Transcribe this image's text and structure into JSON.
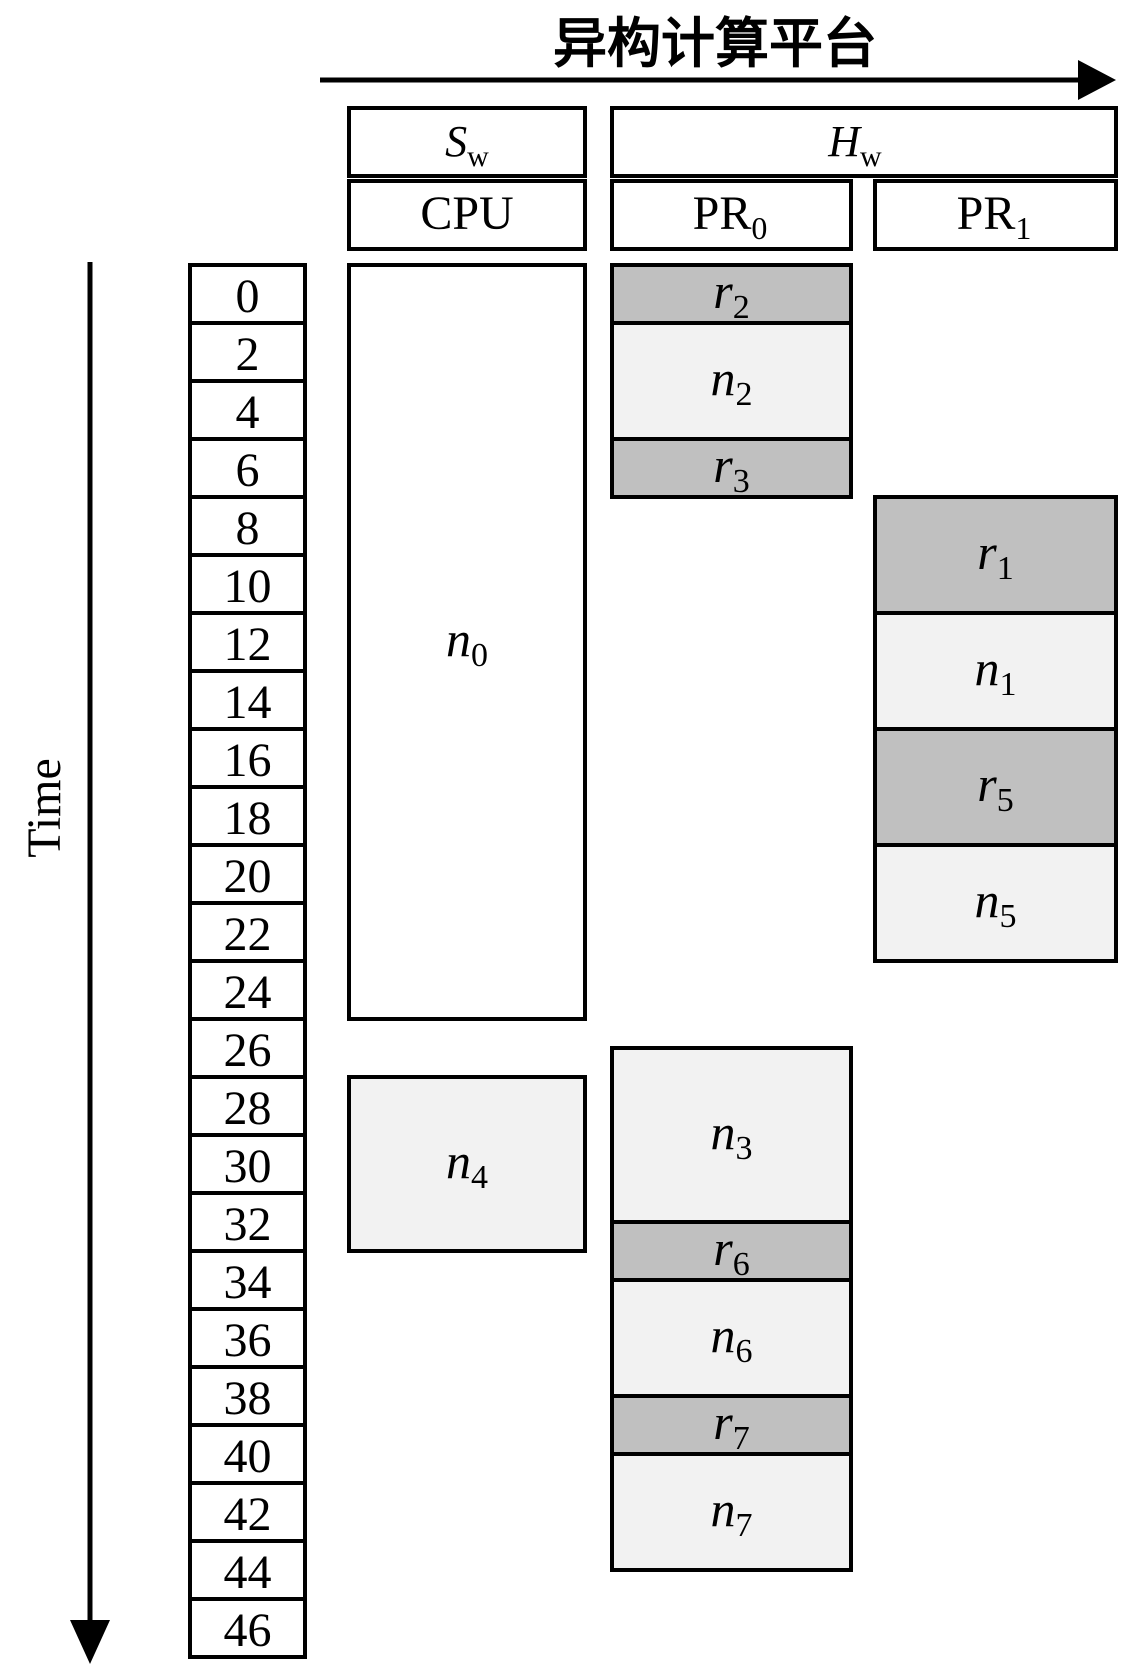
{
  "platform_title": "异构计算平台",
  "time_label": "Time",
  "groups": {
    "sw": {
      "main": "S",
      "sub": "w"
    },
    "hw": {
      "main": "H",
      "sub": "w"
    }
  },
  "columns": {
    "cpu": {
      "main": "CPU",
      "sub": ""
    },
    "pr0": {
      "main": "PR",
      "sub": "0"
    },
    "pr1": {
      "main": "PR",
      "sub": "1"
    }
  },
  "time_ticks": [
    "0",
    "2",
    "4",
    "6",
    "8",
    "10",
    "12",
    "14",
    "16",
    "18",
    "20",
    "22",
    "24",
    "26",
    "28",
    "30",
    "32",
    "34",
    "36",
    "38",
    "40",
    "42",
    "44",
    "46"
  ],
  "colors": {
    "reconfig": "#c0c0c0",
    "node": "#f2f2f2",
    "cpu_idle": "#ffffff",
    "stroke": "#000000"
  },
  "blocks": [
    {
      "id": "n0",
      "column": "cpu",
      "letter": "n",
      "sub": "0",
      "kind": "cpu",
      "start": 0,
      "end": 26
    },
    {
      "id": "n4",
      "column": "cpu",
      "letter": "n",
      "sub": "4",
      "kind": "node",
      "start": 28,
      "end": 34
    },
    {
      "id": "r2",
      "column": "pr0",
      "letter": "r",
      "sub": "2",
      "kind": "reconfig",
      "start": 0,
      "end": 2
    },
    {
      "id": "n2",
      "column": "pr0",
      "letter": "n",
      "sub": "2",
      "kind": "node",
      "start": 2,
      "end": 6
    },
    {
      "id": "r3",
      "column": "pr0",
      "letter": "r",
      "sub": "3",
      "kind": "reconfig",
      "start": 6,
      "end": 8
    },
    {
      "id": "n3",
      "column": "pr0",
      "letter": "n",
      "sub": "3",
      "kind": "node",
      "start": 27,
      "end": 33
    },
    {
      "id": "r6",
      "column": "pr0",
      "letter": "r",
      "sub": "6",
      "kind": "reconfig",
      "start": 33,
      "end": 35
    },
    {
      "id": "n6",
      "column": "pr0",
      "letter": "n",
      "sub": "6",
      "kind": "node",
      "start": 35,
      "end": 39
    },
    {
      "id": "r7",
      "column": "pr0",
      "letter": "r",
      "sub": "7",
      "kind": "reconfig",
      "start": 39,
      "end": 41
    },
    {
      "id": "n7",
      "column": "pr0",
      "letter": "n",
      "sub": "7",
      "kind": "node",
      "start": 41,
      "end": 45
    },
    {
      "id": "r1",
      "column": "pr1",
      "letter": "r",
      "sub": "1",
      "kind": "reconfig",
      "start": 8,
      "end": 12
    },
    {
      "id": "n1",
      "column": "pr1",
      "letter": "n",
      "sub": "1",
      "kind": "node",
      "start": 12,
      "end": 16
    },
    {
      "id": "r5",
      "column": "pr1",
      "letter": "r",
      "sub": "5",
      "kind": "reconfig",
      "start": 16,
      "end": 20
    },
    {
      "id": "n5",
      "column": "pr1",
      "letter": "n",
      "sub": "5",
      "kind": "node",
      "start": 20,
      "end": 24
    }
  ]
}
